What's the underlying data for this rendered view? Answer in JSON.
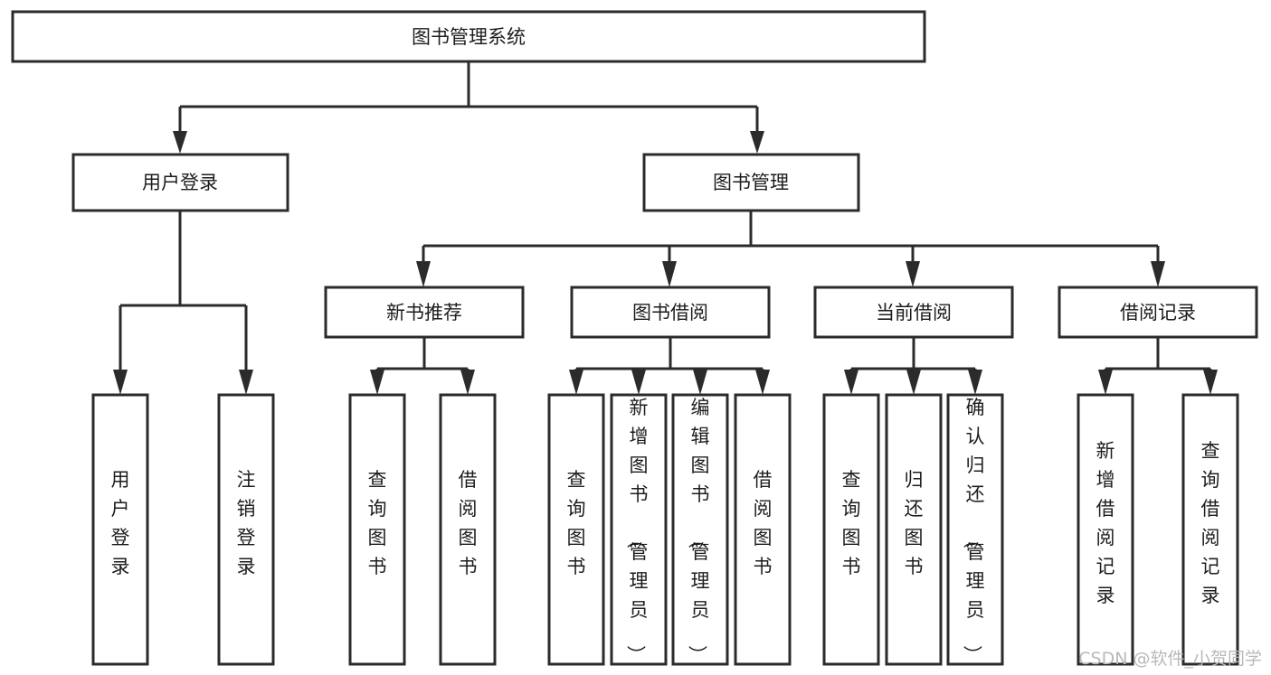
{
  "diagram": {
    "title": "图书管理系统",
    "type": "tree-hierarchy-chart",
    "root": {
      "label": "图书管理系统",
      "orientation": "horizontal"
    },
    "level2": [
      {
        "label": "用户登录",
        "orientation": "horizontal"
      },
      {
        "label": "图书管理",
        "orientation": "horizontal"
      }
    ],
    "level3": [
      {
        "label": "新书推荐",
        "orientation": "horizontal"
      },
      {
        "label": "图书借阅",
        "orientation": "horizontal"
      },
      {
        "label": "当前借阅",
        "orientation": "horizontal"
      },
      {
        "label": "借阅记录",
        "orientation": "horizontal"
      }
    ],
    "leaves_user_login": [
      {
        "label": "用户登录",
        "orientation": "vertical"
      },
      {
        "label": "注销登录",
        "orientation": "vertical"
      }
    ],
    "leaves_new_book": [
      {
        "label": "查询图书",
        "orientation": "vertical"
      },
      {
        "label": "借阅图书",
        "orientation": "vertical"
      }
    ],
    "leaves_borrow_book": [
      {
        "label": "查询图书",
        "orientation": "vertical"
      },
      {
        "label": "新增图书（管理员）",
        "orientation": "vertical"
      },
      {
        "label": "编辑图书（管理员）",
        "orientation": "vertical"
      },
      {
        "label": "借阅图书",
        "orientation": "vertical"
      }
    ],
    "leaves_current_borrow": [
      {
        "label": "查询图书",
        "orientation": "vertical"
      },
      {
        "label": "归还图书",
        "orientation": "vertical"
      },
      {
        "label": "确认归还（管理员）",
        "orientation": "vertical"
      }
    ],
    "leaves_borrow_record": [
      {
        "label": "新增借阅记录",
        "orientation": "vertical"
      },
      {
        "label": "查询借阅记录",
        "orientation": "vertical"
      }
    ],
    "colors": {
      "box_stroke": "#2b2b2b",
      "box_fill": "#ffffff",
      "text": "#1d1d1d",
      "connector": "#2b2b2b",
      "background": "#ffffff",
      "watermark": "#b9b9b9"
    }
  },
  "watermark": {
    "text": "CSDN @软件_小贺同学"
  }
}
